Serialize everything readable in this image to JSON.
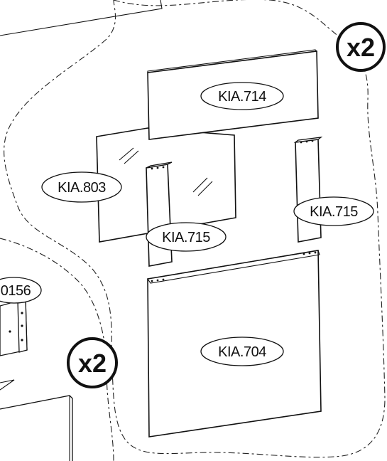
{
  "parts": {
    "top_panel": "KIA.714",
    "glass": "KIA.803",
    "post_left": "KIA.715",
    "post_right": "KIA.715",
    "door_panel": "KIA.704",
    "partial_left": "0156"
  },
  "quantities": {
    "top_right": "x2",
    "bottom_left": "x2"
  }
}
